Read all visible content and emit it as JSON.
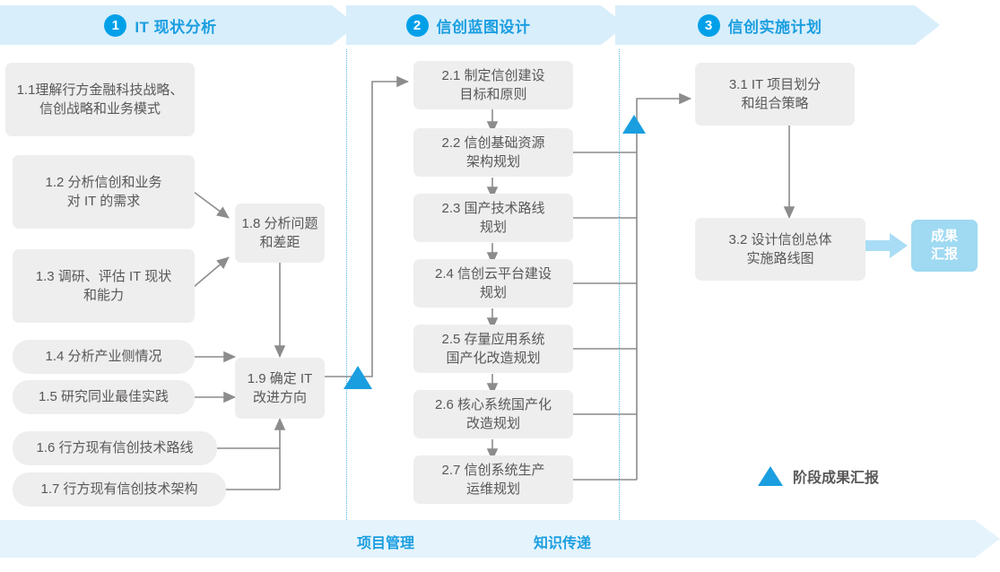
{
  "phases": [
    {
      "num": "1",
      "label": "IT 现状分析"
    },
    {
      "num": "2",
      "label": "信创蓝图设计"
    },
    {
      "num": "3",
      "label": "信创实施计划"
    }
  ],
  "column1": [
    {
      "id": "1.1",
      "text": "1.1理解行方金融科技战略、\n信创战略和业务模式"
    },
    {
      "id": "1.2",
      "text": "1.2 分析信创和业务\n对 IT 的需求"
    },
    {
      "id": "1.3",
      "text": "1.3 调研、评估 IT 现状\n和能力"
    },
    {
      "id": "1.4",
      "text": "1.4 分析产业侧情况"
    },
    {
      "id": "1.5",
      "text": "1.5 研究同业最佳实践"
    },
    {
      "id": "1.6",
      "text": "1.6 行方现有信创技术路线"
    },
    {
      "id": "1.7",
      "text": "1.7 行方现有信创技术架构"
    },
    {
      "id": "1.8",
      "text": "1.8 分析问题\n和差距"
    },
    {
      "id": "1.9",
      "text": "1.9 确定 IT\n改进方向"
    }
  ],
  "column2": [
    {
      "id": "2.1",
      "text": "2.1 制定信创建设\n目标和原则"
    },
    {
      "id": "2.2",
      "text": "2.2 信创基础资源\n架构规划"
    },
    {
      "id": "2.3",
      "text": "2.3 国产技术路线\n规划"
    },
    {
      "id": "2.4",
      "text": "2.4 信创云平台建设\n规划"
    },
    {
      "id": "2.5",
      "text": "2.5 存量应用系统\n国产化改造规划"
    },
    {
      "id": "2.6",
      "text": "2.6 核心系统国产化\n改造规划"
    },
    {
      "id": "2.7",
      "text": "2.7 信创系统生产\n运维规划"
    }
  ],
  "column3": [
    {
      "id": "3.1",
      "text": "3.1 IT 项目划分\n和组合策略"
    },
    {
      "id": "3.2",
      "text": "3.2 设计信创总体\n实施路线图"
    }
  ],
  "result_badge": {
    "text": "成果\n汇报"
  },
  "legend": {
    "label": "阶段成果汇报"
  },
  "footer": {
    "items": [
      "项目管理",
      "知识传递"
    ]
  },
  "colors": {
    "brand_blue": "#1a9ee0",
    "phase_band": "#d8eefb",
    "footer_band": "#e5f4fc",
    "box_fill": "#eeeeee",
    "box_text": "#595757",
    "badge_fill": "#9fd9f2",
    "connector": "#888888",
    "dash_blue": "#4fb4e4"
  }
}
